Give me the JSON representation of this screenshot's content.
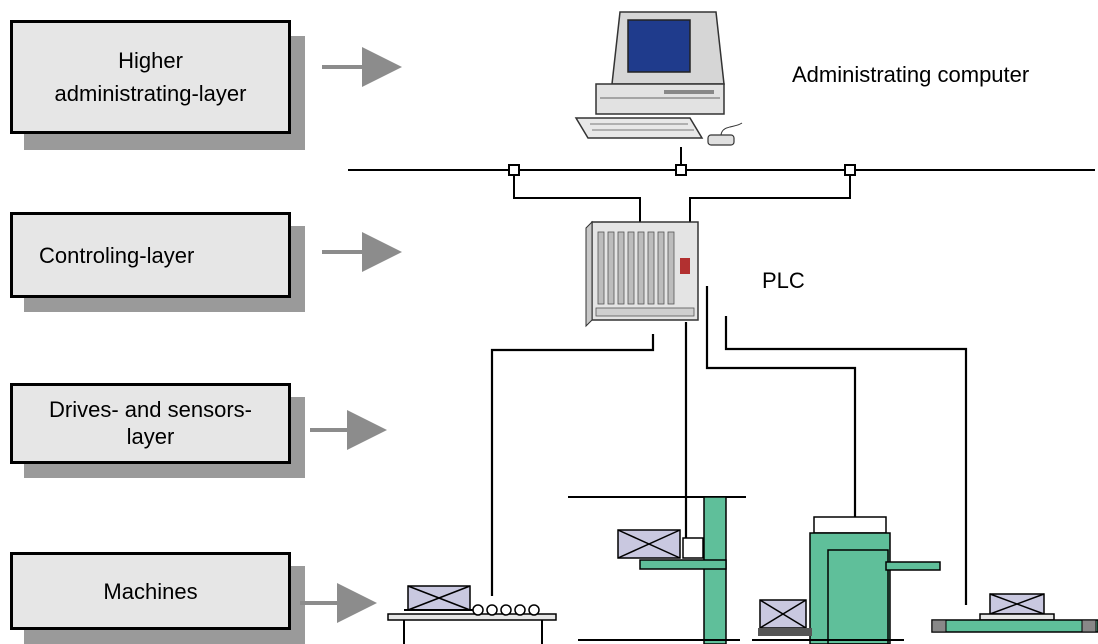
{
  "layers": [
    {
      "id": "higher",
      "lines": [
        "Higher",
        "administrating-layer"
      ]
    },
    {
      "id": "controling",
      "lines": [
        "Controling-layer"
      ]
    },
    {
      "id": "drives",
      "lines": [
        "Drives- and sensors-",
        "layer"
      ]
    },
    {
      "id": "machines",
      "lines": [
        "Machines"
      ]
    }
  ],
  "labels": {
    "computer": "Administrating computer",
    "plc": "PLC"
  },
  "colors": {
    "box_fill": "#e6e6e6",
    "box_shadow": "#9a9a9a",
    "arrow": "#8c8c8c",
    "machine_green": "#5fbf9a",
    "screen_blue": "#1f3b8c"
  }
}
